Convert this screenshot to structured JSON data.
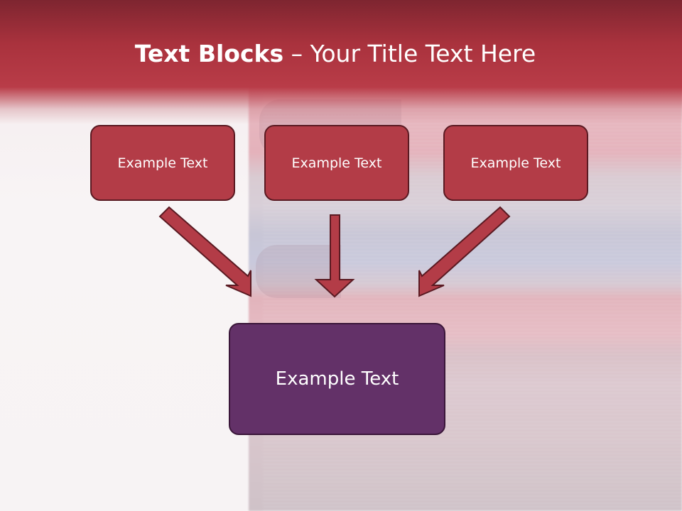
{
  "slide": {
    "title_bold": "Text Blocks",
    "title_rest": " – Your Title Text Here"
  },
  "blocks": [
    {
      "label": "Example Text"
    },
    {
      "label": "Example Text"
    },
    {
      "label": "Example Text"
    }
  ],
  "target": {
    "label": "Example Text"
  },
  "colors": {
    "header": "#a9323d",
    "block_fill": "#b33c47",
    "block_border": "#5a1a22",
    "target_fill": "#633168",
    "arrow_fill": "#b33c47"
  }
}
